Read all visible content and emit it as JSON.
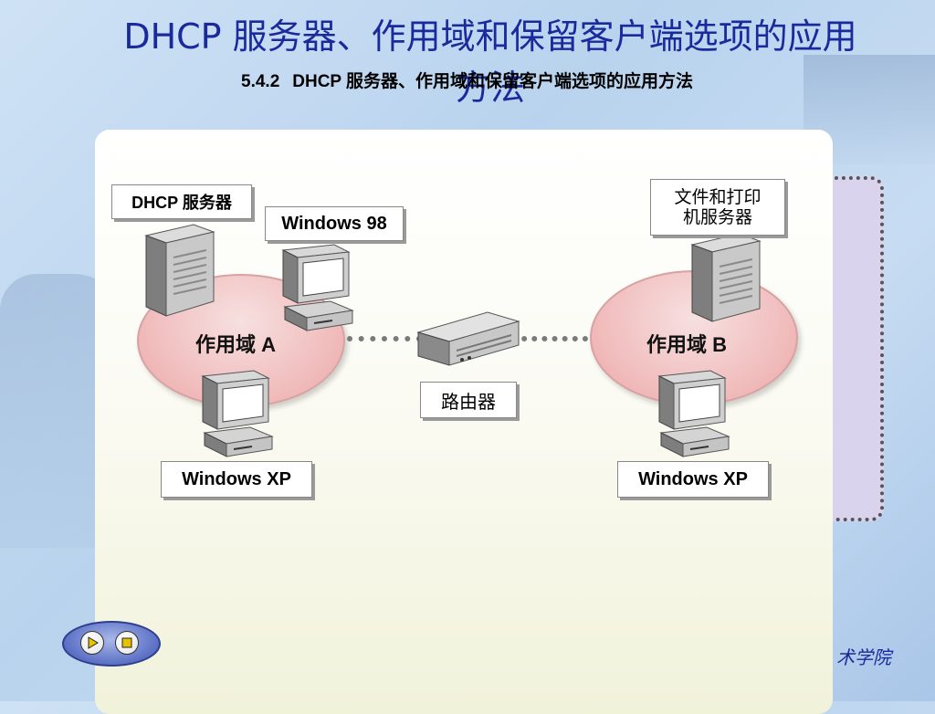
{
  "title": "DHCP 服务器、作用域和保留客户端选项的应用方法",
  "subtitle": {
    "number": "5.4.2",
    "text": "DHCP 服务器、作用域和保留客户端选项的应用方法"
  },
  "diagram": {
    "scope_a": "作用域 A",
    "scope_b": "作用域 B",
    "dhcp_server_label": "DHCP 服务器",
    "win98_label": "Windows 98",
    "winxp_a_label": "Windows XP",
    "winxp_b_label": "Windows XP",
    "router_label": "路由器",
    "file_print_server_label_line1": "文件和打印",
    "file_print_server_label_line2": "机服务器"
  },
  "footer": "术学院",
  "nav": {
    "play_icon": "play-triangle-icon",
    "stop_icon": "stop-square-icon"
  },
  "colors": {
    "title": "#1a2a9c",
    "scope_fill": "#f0b9b9",
    "panel": "#ffffff",
    "side_box": "#d9d3ee"
  }
}
